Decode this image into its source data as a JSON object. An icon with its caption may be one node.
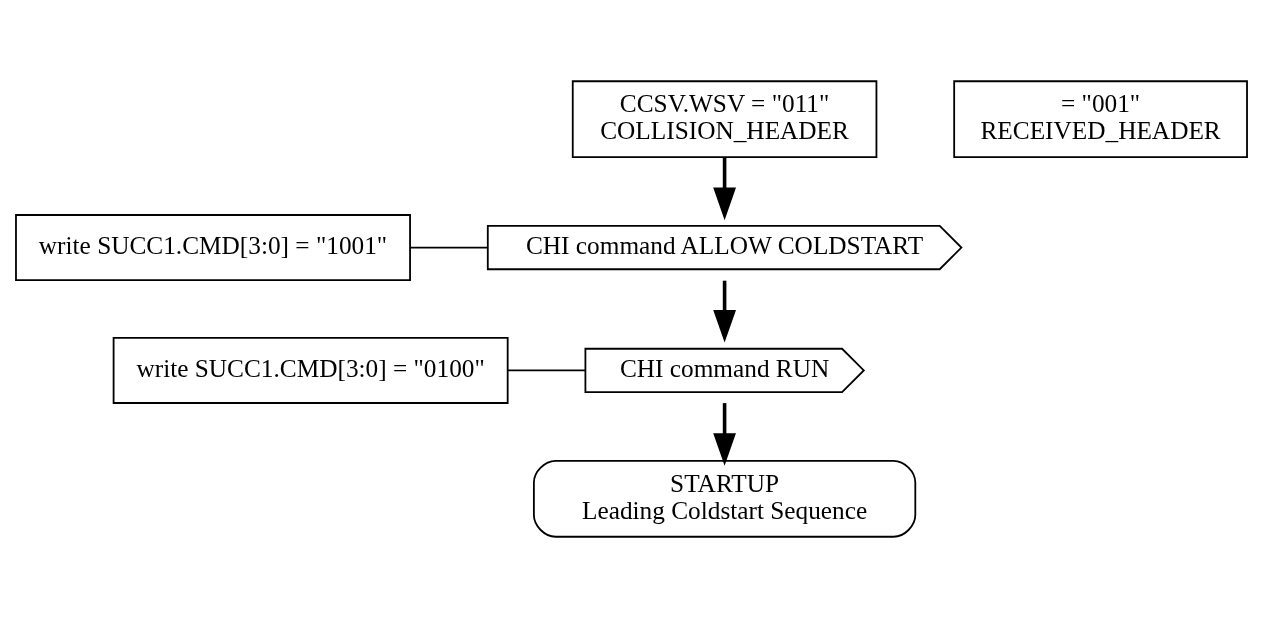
{
  "diagram": {
    "nodes": [
      {
        "text": [
          "CCSV.WSV = \"011\"",
          "COLLISION_HEADER"
        ]
      },
      {
        "text": [
          "= \"001\"",
          "RECEIVED_HEADER"
        ]
      },
      {
        "text": [
          "CHI command ALLOW COLDSTART"
        ]
      },
      {
        "text": [
          "write SUCC1.CMD[3:0] = \"1001\""
        ]
      },
      {
        "text": [
          "CHI command RUN"
        ]
      },
      {
        "text": [
          "write SUCC1.CMD[3:0] = \"0100\""
        ]
      },
      {
        "text": [
          "STARTUP",
          "Leading Coldstart Sequence"
        ]
      }
    ],
    "edges": [
      {
        "from": 0,
        "to": 2,
        "arrow": "to"
      },
      {
        "from": 3,
        "to": 2,
        "arrow": "none"
      },
      {
        "from": 2,
        "to": 4,
        "arrow": "to"
      },
      {
        "from": 5,
        "to": 4,
        "arrow": "none"
      },
      {
        "from": 4,
        "to": 6,
        "arrow": "to"
      }
    ]
  }
}
